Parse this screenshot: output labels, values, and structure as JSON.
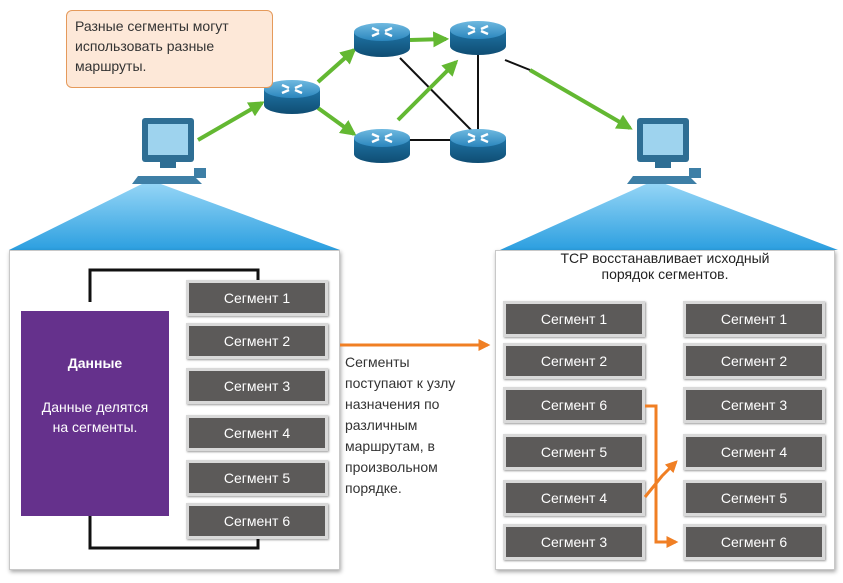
{
  "note": {
    "text": "Разные сегменты могут\nиспользовать разные\nмаршруты."
  },
  "source_panel": {
    "data_title": "Данные",
    "data_description": "Данные делятся\nна сегменты.",
    "segments": [
      "Сегмент 1",
      "Сегмент 2",
      "Сегмент 3",
      "Сегмент 4",
      "Сегмент 5",
      "Сегмент 6"
    ]
  },
  "middle_text": "Сегменты\nпоступают к узлу\nназначения по\nразличным\nмаршрутам, в\nпроизвольном\nпорядке.",
  "destination_panel": {
    "title": "TCP восстанавливает исходный\nпорядок сегментов.",
    "received_segments": [
      "Сегмент 1",
      "Сегмент 2",
      "Сегмент 6",
      "Сегмент 5",
      "Сегмент 4",
      "Сегмент 3"
    ],
    "ordered_segments": [
      "Сегмент 1",
      "Сегмент 2",
      "Сегмент 3",
      "Сегмент 4",
      "Сегмент 5",
      "Сегмент 6"
    ]
  },
  "colors": {
    "router": "#1f7fb0",
    "path_arrow": "#63b832",
    "data_block": "#65318c",
    "segment": "#5c5a59",
    "flow_arrow": "#f07f24",
    "note_bg": "#fde8d8",
    "beam": "#47b0e6"
  }
}
